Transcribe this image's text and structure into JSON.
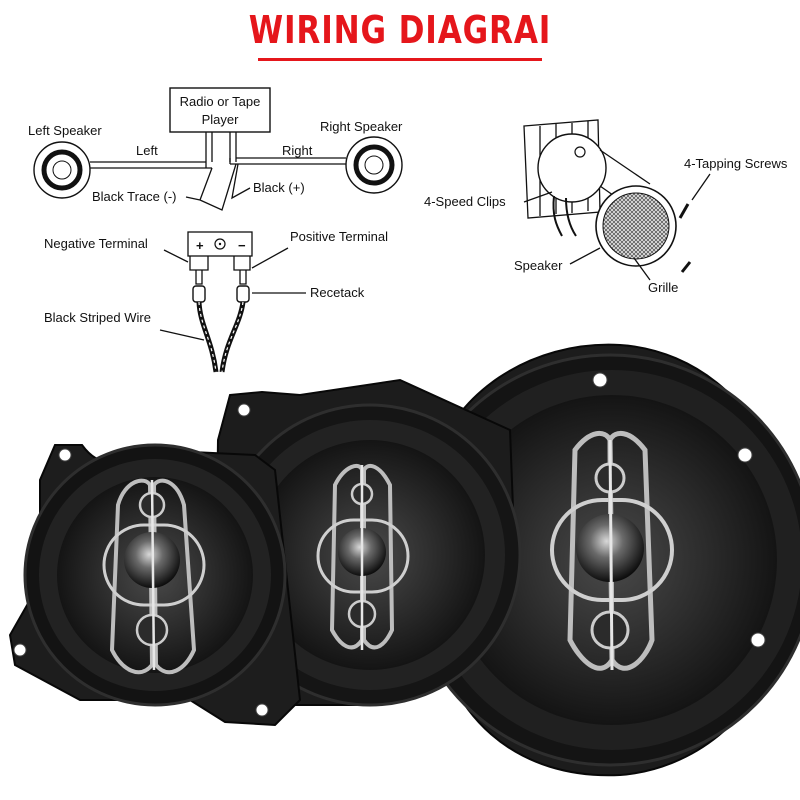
{
  "title": "WIRING DIAGRAI",
  "wiring": {
    "radio_line1": "Radio or Tape",
    "radio_line2": "Player",
    "left_speaker": "Left Speaker",
    "right_speaker": "Right Speaker",
    "left": "Left",
    "right": "Right",
    "black_trace": "Black  Trace (-)",
    "black_plus": "Black  (+)",
    "negative_terminal": "Negative  Terminal",
    "positive_terminal": "Positive  Terminal",
    "recetack": "Recetack",
    "black_striped_wire": "Black  Striped  Wire",
    "plus_sign": "+",
    "minus_sign": "−"
  },
  "mounting": {
    "four_tapping_screws": "4-Tapping Screws",
    "four_speed_clips": "4-Speed  Clips",
    "speaker": "Speaker",
    "grille": "Grille"
  },
  "colors": {
    "title_red": "#e5161b",
    "speaker_black": "#1a1a1a",
    "trim_silver": "#c9c9c9"
  }
}
